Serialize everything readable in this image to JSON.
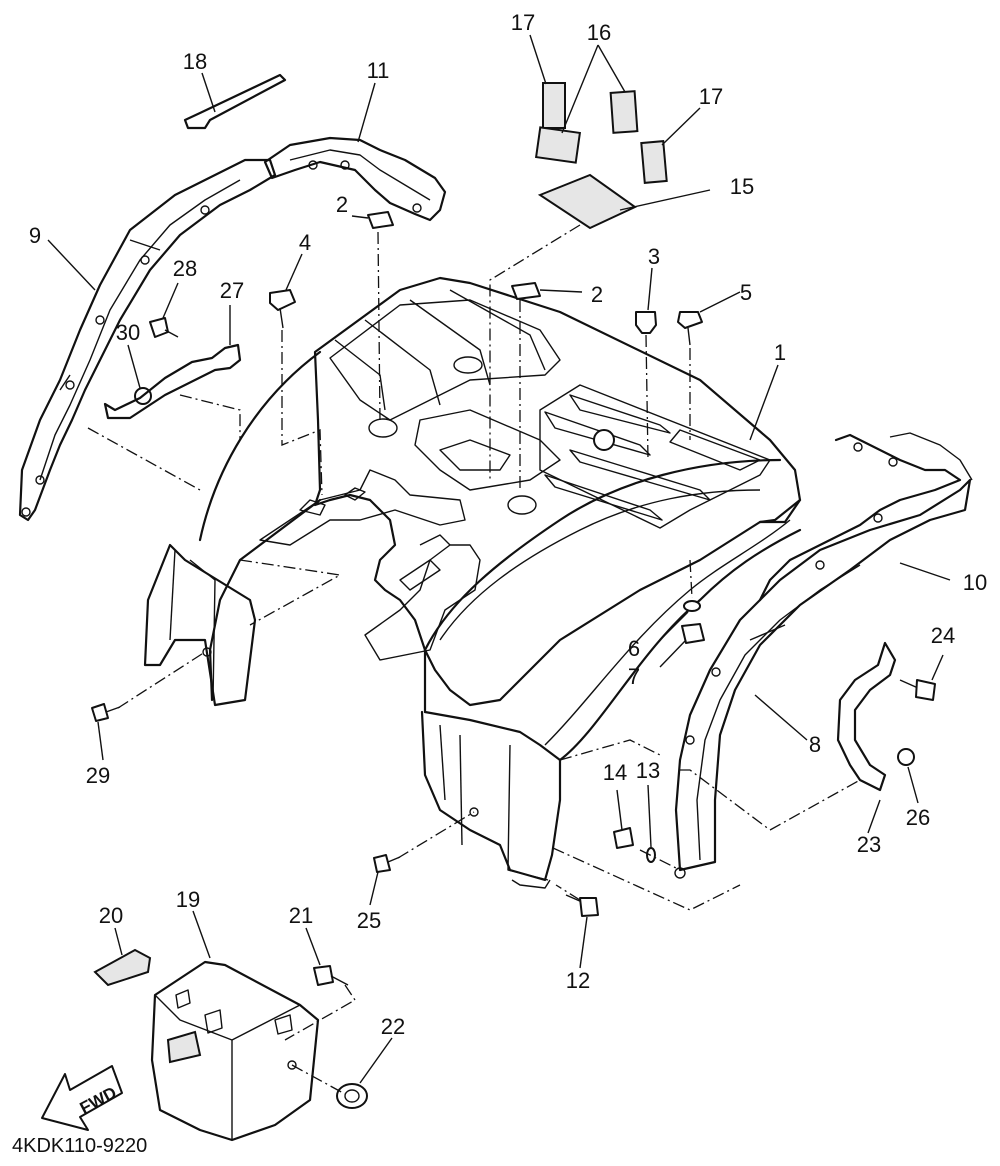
{
  "diagram": {
    "drawing_code": "4KDK110-9220",
    "direction_label": "FWD",
    "callouts": [
      "1",
      "2",
      "2",
      "3",
      "4",
      "5",
      "6",
      "7",
      "8",
      "9",
      "10",
      "11",
      "12",
      "13",
      "14",
      "15",
      "16",
      "17",
      "17",
      "18",
      "19",
      "20",
      "21",
      "22",
      "23",
      "24",
      "25",
      "26",
      "27",
      "28",
      "29",
      "30"
    ]
  }
}
